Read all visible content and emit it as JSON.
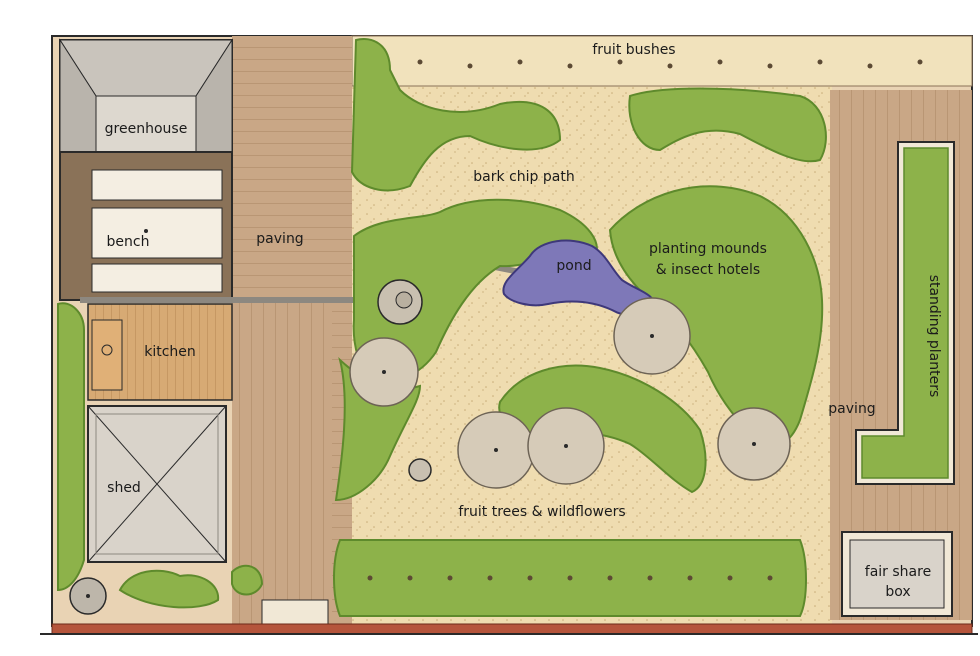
{
  "labels": {
    "greenhouse": "greenhouse",
    "bench": "bench",
    "paving_left": "paving",
    "kitchen": "kitchen",
    "shed": "shed",
    "fruit_bushes": "fruit bushes",
    "bark_chip_path": "bark chip path",
    "pond": "pond",
    "planting_mounds_line1": "planting mounds",
    "planting_mounds_line2": "& insect hotels",
    "standing_planters": "standing planters",
    "paving_right": "paving",
    "fruit_trees": "fruit trees & wildflowers",
    "fair_share_line1": "fair share",
    "fair_share_line2": "box"
  },
  "colors": {
    "paving": "#c9a786",
    "paving_line": "#a98563",
    "bark_chip": "#efdcb0",
    "hedge": "#8db24a",
    "hedge_dark": "#5e8a2c",
    "hedge_light": "#c4d87a",
    "tree_canopy": "#d6cbb8",
    "pond": "#7e78b8",
    "brick": "#b5553c",
    "shed_roof": "#d9d3ca",
    "greenhouse_roof": "#b9b4ac",
    "bench_frame": "#8a7258",
    "outline": "#2a2a2a"
  }
}
